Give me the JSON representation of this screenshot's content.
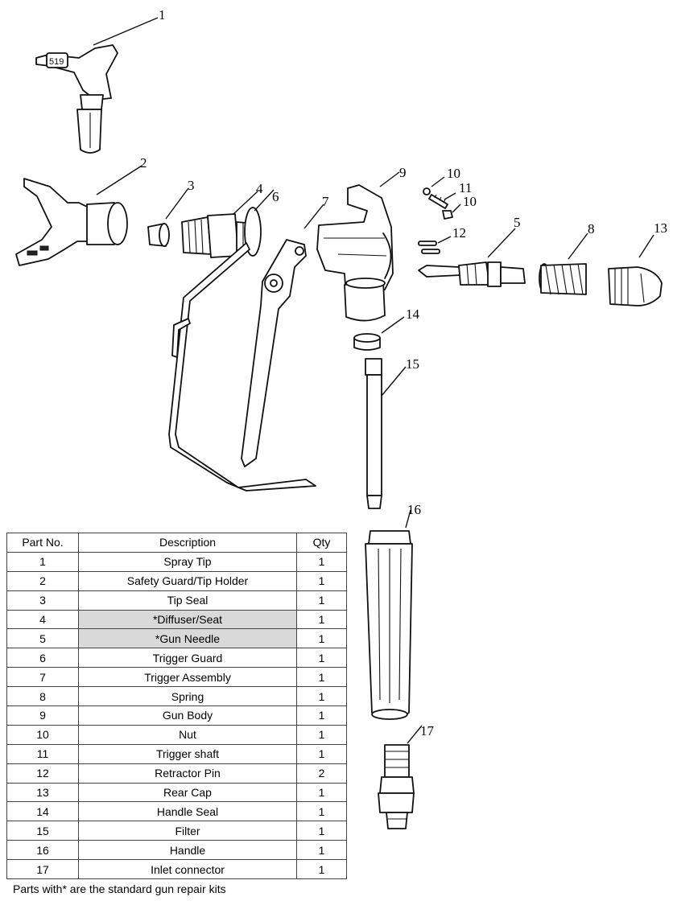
{
  "callouts": [
    "1",
    "2",
    "3",
    "4",
    "6",
    "7",
    "9",
    "10",
    "11",
    "10",
    "12",
    "5",
    "8",
    "13",
    "14",
    "15",
    "16",
    "17"
  ],
  "tip_marking": "519",
  "table": {
    "headers": [
      "Part No.",
      "Description",
      "Qty"
    ],
    "rows": [
      {
        "no": "1",
        "desc": "Spray Tip",
        "qty": "1",
        "highlight": false
      },
      {
        "no": "2",
        "desc": "Safety Guard/Tip Holder",
        "qty": "1",
        "highlight": false
      },
      {
        "no": "3",
        "desc": "Tip Seal",
        "qty": "1",
        "highlight": false
      },
      {
        "no": "4",
        "desc": "*Diffuser/Seat",
        "qty": "1",
        "highlight": true
      },
      {
        "no": "5",
        "desc": "*Gun Needle",
        "qty": "1",
        "highlight": true
      },
      {
        "no": "6",
        "desc": "Trigger Guard",
        "qty": "1",
        "highlight": false
      },
      {
        "no": "7",
        "desc": "Trigger Assembly",
        "qty": "1",
        "highlight": false
      },
      {
        "no": "8",
        "desc": "Spring",
        "qty": "1",
        "highlight": false
      },
      {
        "no": "9",
        "desc": "Gun Body",
        "qty": "1",
        "highlight": false
      },
      {
        "no": "10",
        "desc": "Nut",
        "qty": "1",
        "highlight": false
      },
      {
        "no": "11",
        "desc": "Trigger shaft",
        "qty": "1",
        "highlight": false
      },
      {
        "no": "12",
        "desc": "Retractor Pin",
        "qty": "2",
        "highlight": false
      },
      {
        "no": "13",
        "desc": "Rear Cap",
        "qty": "1",
        "highlight": false
      },
      {
        "no": "14",
        "desc": "Handle Seal",
        "qty": "1",
        "highlight": false
      },
      {
        "no": "15",
        "desc": "Filter",
        "qty": "1",
        "highlight": false
      },
      {
        "no": "16",
        "desc": "Handle",
        "qty": "1",
        "highlight": false
      },
      {
        "no": "17",
        "desc": "Inlet connector",
        "qty": "1",
        "highlight": false
      }
    ]
  },
  "footnote": "Parts with* are the standard gun repair kits",
  "colors": {
    "highlight": "#d9d9d9",
    "line": "#111111"
  }
}
